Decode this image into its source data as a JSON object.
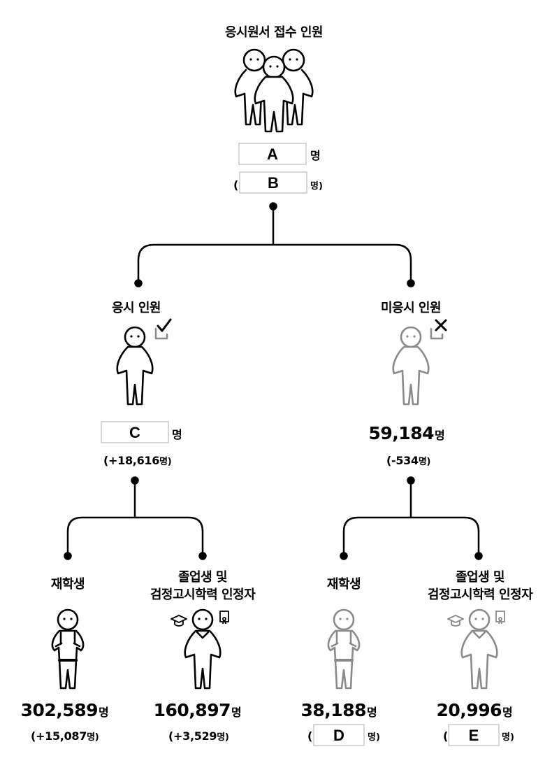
{
  "root": {
    "title": "응시원서 접수 인원",
    "box_a": "A",
    "unit_a": "명",
    "paren_open": "(",
    "box_b": "B",
    "unit_b": "명)"
  },
  "taken": {
    "title": "응시 인원",
    "box_c": "C",
    "unit_c": "명",
    "change_open": "(+18,616",
    "change_unit": "명)"
  },
  "not_taken": {
    "title": "미응시 인원",
    "value": "59,184",
    "unit": "명",
    "change_open": "(-534",
    "change_unit": "명)"
  },
  "taken_enrolled": {
    "title": "재학생",
    "value": "302,589",
    "unit": "명",
    "change_open": "(+15,087",
    "change_unit": "명)"
  },
  "taken_graduates": {
    "title_line1": "졸업생 및",
    "title_line2": "검정고시학력 인정자",
    "value": "160,897",
    "unit": "명",
    "change_open": "(+3,529",
    "change_unit": "명)"
  },
  "absent_enrolled": {
    "title": "재학생",
    "value": "38,188",
    "unit": "명",
    "paren_open": "(",
    "box_d": "D",
    "unit_d": "명)"
  },
  "absent_graduates": {
    "title_line1": "졸업생 및",
    "title_line2": "검정고시학력 인정자",
    "value": "20,996",
    "unit": "명",
    "paren_open": "(",
    "box_e": "E",
    "unit_e": "명)"
  },
  "colors": {
    "line": "#000000",
    "grey": "#8a8a8a",
    "box_border": "#c8c8c8"
  }
}
